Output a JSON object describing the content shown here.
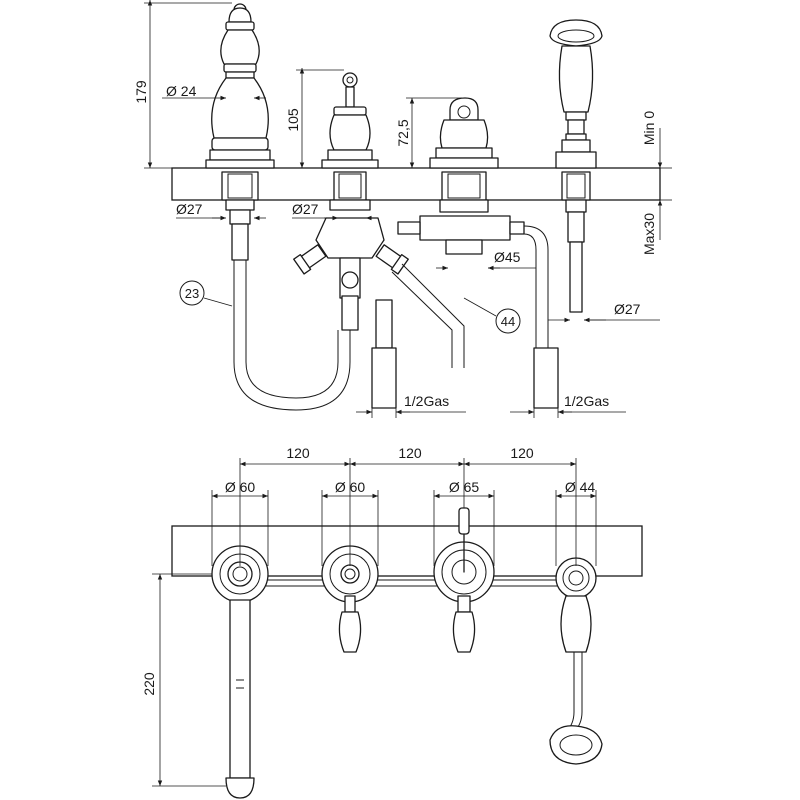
{
  "side_view": {
    "dims": {
      "height_179": "179",
      "height_105": "105",
      "height_72_5": "72,5",
      "dia_24": "Ø 24",
      "min_0": "Min 0",
      "max_30": "Max30",
      "dia_27_a": "Ø27",
      "dia_27_b": "Ø27",
      "dia_45": "Ø45",
      "dia_27_c": "Ø27",
      "gas_1": "1/2Gas",
      "gas_2": "1/2Gas"
    },
    "callouts": {
      "c23": "23",
      "c44": "44"
    }
  },
  "top_view": {
    "dims": {
      "spacing_1": "120",
      "spacing_2": "120",
      "spacing_3": "120",
      "dia_60_a": "Ø 60",
      "dia_60_b": "Ø 60",
      "dia_65": "Ø 65",
      "dia_44": "Ø 44",
      "length_220": "220"
    }
  }
}
